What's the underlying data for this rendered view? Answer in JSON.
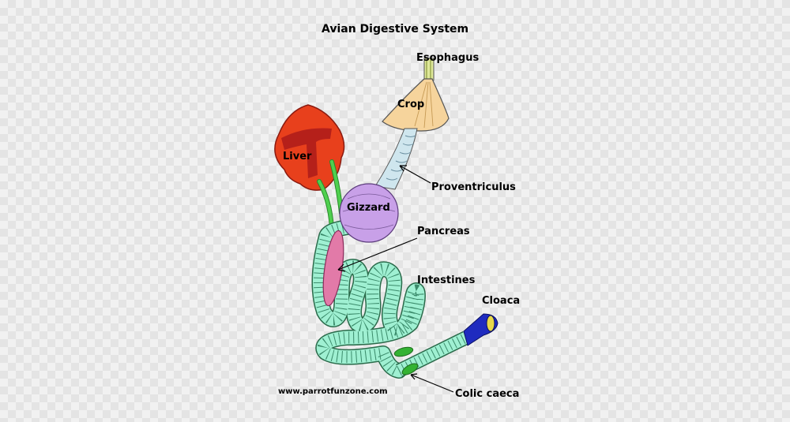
{
  "title": "Avian Digestive System",
  "labels": {
    "esophagus": "Esophagus",
    "crop": "Crop",
    "liver": "Liver",
    "proventriculus": "Proventriculus",
    "gizzard": "Gizzard",
    "pancreas": "Pancreas",
    "intestines": "Intestines",
    "cloaca": "Cloaca",
    "colic_caeca": "Colic caeca"
  },
  "credit": "www.parrotfunzone.com",
  "colors": {
    "liver": "#e8401c",
    "liver_dark": "#b5201a",
    "crop": "#f6d49c",
    "gizzard": "#c8a0e8",
    "pancreas": "#e27aa8",
    "intestine": "#9ff0d2",
    "proventriculus": "#cfe6ee",
    "esophagus": "#dfe89a",
    "bile_duct": "#3bbf3b",
    "cloaca": "#1f2bbf",
    "caeca": "#33b233"
  }
}
